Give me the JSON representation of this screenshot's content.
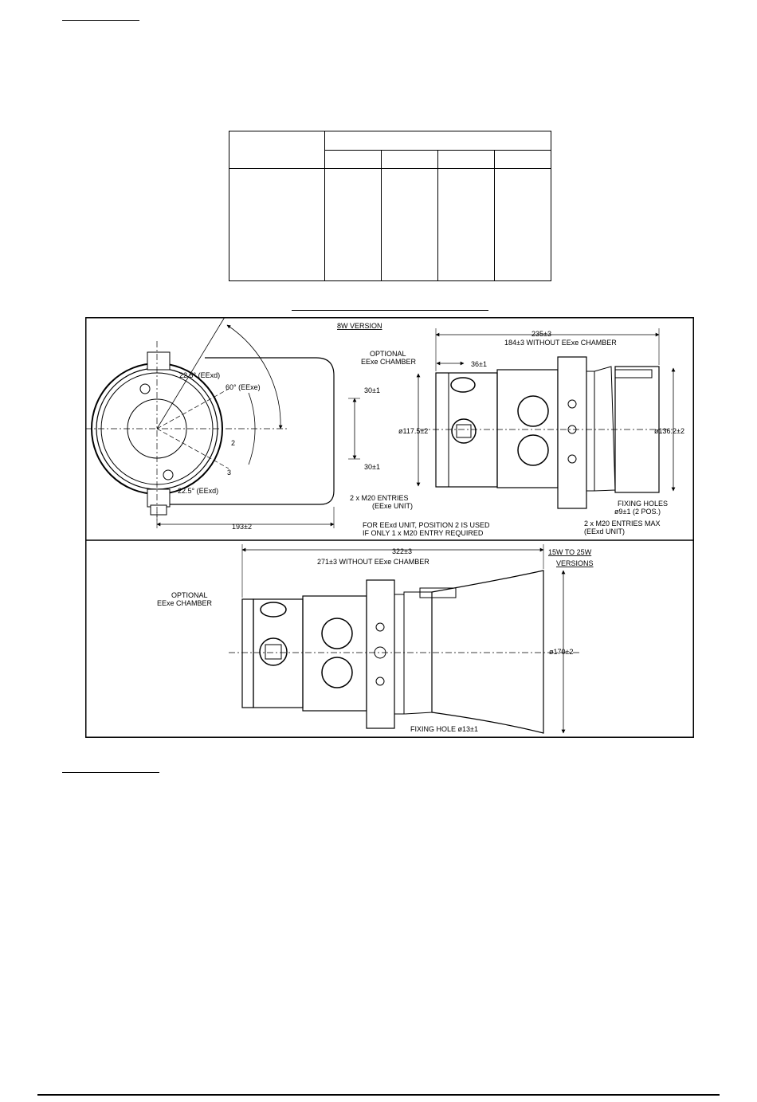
{
  "drawing": {
    "panel_top": {
      "title": "8W VERSION",
      "angle_eexd_top": "22.5° (EExd)",
      "angle_eexe": "60° (EExe)",
      "angle_eexd_bottom": "22.5° (EExd)",
      "position_2": "2",
      "position_3": "3",
      "dim_width": "193±2",
      "dim_offset_top": "30±1",
      "dim_offset_bottom": "30±1",
      "optional_chamber_line1": "OPTIONAL",
      "optional_chamber_line2": "EExe CHAMBER",
      "dim_36": "36±1",
      "dim_length": "235±3",
      "dim_length_without": "184±3 WITHOUT EExe CHAMBER",
      "dim_dia_left": "ø117.5±2",
      "dim_dia_right": "ø136.2±2",
      "m20_line1": "2 x M20 ENTRIES",
      "m20_line2": "(EExe UNIT)",
      "note_line1": "FOR EExd UNIT, POSITION 2 IS USED",
      "note_line2": "IF ONLY 1 x M20 ENTRY REQUIRED",
      "fixing_line1": "FIXING HOLES",
      "fixing_line2": "ø9±1 (2 POS.)",
      "m20max_line1": "2 x  M20 ENTRIES MAX",
      "m20max_line2": "(EExd UNIT)"
    },
    "panel_bottom": {
      "dim_length": "322±3",
      "dim_length_without": "271±3 WITHOUT EExe CHAMBER",
      "versions_line1": "15W TO 25W",
      "versions_line2": "VERSIONS",
      "optional_chamber_line1": "OPTIONAL",
      "optional_chamber_line2": "EExe CHAMBER",
      "dim_dia": "ø170±2",
      "fixing_hole": "FIXING HOLE ø13±1"
    }
  }
}
